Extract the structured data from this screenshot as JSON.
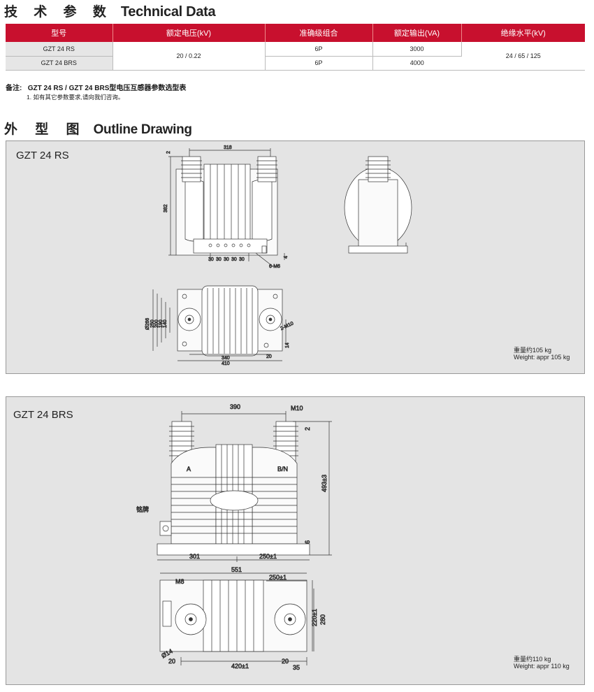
{
  "heading_tech": {
    "cn": "技 术 参 数",
    "en": "Technical Data"
  },
  "table": {
    "headers": [
      "型号",
      "额定电压(kV)",
      "准确级组合",
      "额定输出(VA)",
      "绝缘水平(kV)"
    ],
    "rows": [
      {
        "model": "GZT 24 RS",
        "accuracy": "6P",
        "output": "3000"
      },
      {
        "model": "GZT 24 BRS",
        "accuracy": "6P",
        "output": "4000"
      }
    ],
    "voltage": "20 / 0.22",
    "insulation": "24 / 65 / 125"
  },
  "note": {
    "label": "备注:",
    "title": "GZT 24 RS / GZT 24 BRS型电压互感器参数选型表",
    "item": "1. 如有其它参数要求,请向我们咨询。"
  },
  "heading_outline": {
    "cn": "外 型 图",
    "en": "Outline Drawing"
  },
  "panel1": {
    "title": "GZT 24 RS",
    "weight_cn": "重量约105 kg",
    "weight_en": "Weight: appr 105 kg",
    "dims": {
      "top_2": "2",
      "width_318": "318",
      "height_382": "382",
      "base_4": "4",
      "spacing": [
        "30",
        "30",
        "30",
        "30",
        "30"
      ],
      "bolt": "6-M6",
      "d266": "Ø266",
      "d250": "250",
      "d200": "200",
      "d190": "190",
      "d140": "140",
      "thread": "2-M10",
      "d14": "14",
      "d20": "20",
      "w340": "340",
      "w410": "410"
    }
  },
  "panel2": {
    "title": "GZT 24 BRS",
    "weight_cn": "重量约110 kg",
    "weight_en": "Weight: appr 110 kg",
    "dims": {
      "w390": "390",
      "m10": "M10",
      "d2": "2",
      "h493": "493±3",
      "term_a": "A",
      "term_bn": "B/N",
      "nameplate": "铭牌",
      "d6": "6",
      "w301": "301",
      "w250": "250±1",
      "w551": "551",
      "m8": "M8",
      "w250b": "250±1",
      "h220": "220±1",
      "h280": "280",
      "d14": "Ø14",
      "d20a": "20",
      "d20b": "20",
      "w420": "420±1",
      "d35": "35"
    }
  }
}
